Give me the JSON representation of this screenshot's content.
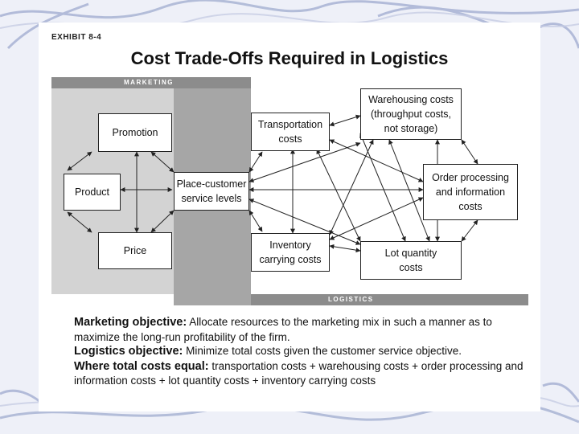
{
  "exhibit_label": "EXHIBIT 8-4",
  "title": "Cost Trade-Offs Required in Logistics",
  "bands": {
    "marketing": "MARKETING",
    "logistics": "LOGISTICS"
  },
  "boxes": {
    "promotion": "Promotion",
    "product": "Product",
    "price": "Price",
    "place": "Place-customer\nservice levels",
    "transportation": "Transportation\ncosts",
    "warehousing": "Warehousing costs\n(throughput costs,\nnot storage)",
    "order_processing": "Order processing\nand information\ncosts",
    "inventory": "Inventory\ncarrying costs",
    "lot_quantity": "Lot quantity\ncosts"
  },
  "objectives": {
    "marketing_label": "Marketing objective:",
    "marketing_text": " Allocate resources to the marketing mix in such a manner as to maximize the long-run profitability of the firm.",
    "logistics_label": "Logistics objective:",
    "logistics_text": " Minimize total costs given the customer service objective.",
    "total_label": "Where total costs equal:",
    "total_text": " transportation costs + warehousing costs + order processing and information costs + lot quantity costs + inventory carrying costs"
  },
  "colors": {
    "left_panel": "#d3d3d3",
    "center_band": "#a6a6a6",
    "top_bar": "#8c8c8c",
    "bottom_bar": "#8c8c8c"
  }
}
